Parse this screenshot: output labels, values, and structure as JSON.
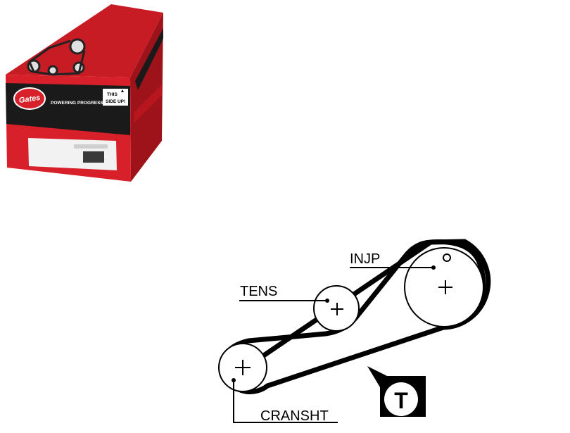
{
  "product_box": {
    "brand": "Gates",
    "tagline": "POWERING PROGRESS™",
    "orientation_label_line1": "THIS",
    "orientation_label_line2": "SIDE UP!",
    "colors": {
      "red": "#d8202a",
      "dark_red": "#a5141b",
      "black": "#1a1a1a",
      "label": "#f2f2f2"
    }
  },
  "diagram": {
    "labels": {
      "injection_pump": "INJP",
      "tensioner": "TENS",
      "crankshaft": "CRANSHT",
      "timing_mark": "T"
    },
    "colors": {
      "belt": "#000000",
      "pulley_fill": "#ffffff",
      "background": "#ffffff"
    }
  }
}
